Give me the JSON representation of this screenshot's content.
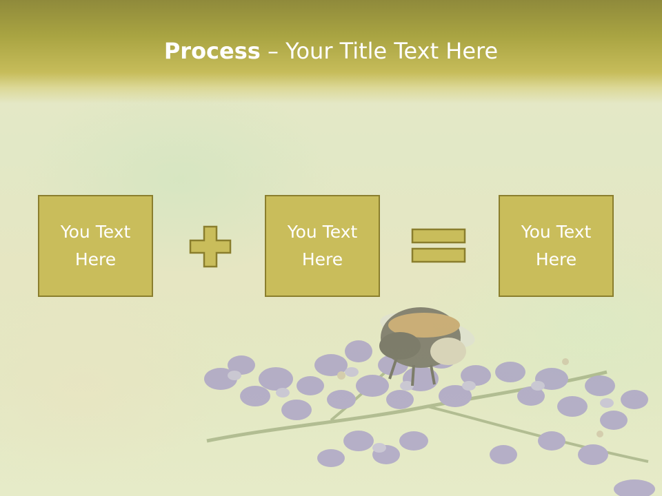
{
  "slide": {
    "title_bold": "Process",
    "title_separator": " – ",
    "title_rest": "Your Title Text Here"
  },
  "process": {
    "boxes": [
      {
        "line1": "You Text",
        "line2": "Here"
      },
      {
        "line1": "You Text",
        "line2": "Here"
      },
      {
        "line1": "You Text",
        "line2": "Here"
      }
    ],
    "operator_1": "plus-icon",
    "operator_2": "equals-icon"
  },
  "colors": {
    "title_band": "#a9a442",
    "box_fill": "#c9bd5b",
    "box_border": "#8a7e2d",
    "text": "#ffffff"
  },
  "background_image": "bee-on-lavender-photo"
}
